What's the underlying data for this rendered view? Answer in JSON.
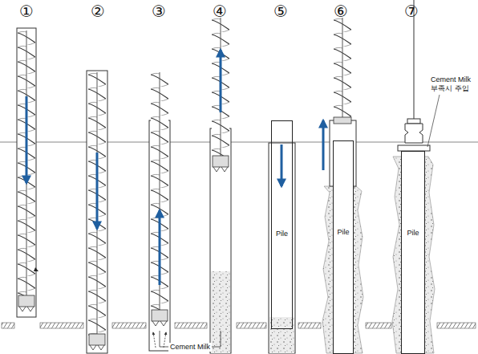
{
  "diagram": {
    "nodes": [
      {
        "text": [
          "Pile"
        ]
      },
      {
        "text": [
          "Pile"
        ]
      },
      {
        "text": [
          "Pile"
        ]
      }
    ],
    "labels": [
      "①",
      "②",
      "③",
      "④",
      "⑤",
      "⑥",
      "⑦",
      "Cement Milk",
      "Cement Milk 부족시 주입"
    ]
  }
}
